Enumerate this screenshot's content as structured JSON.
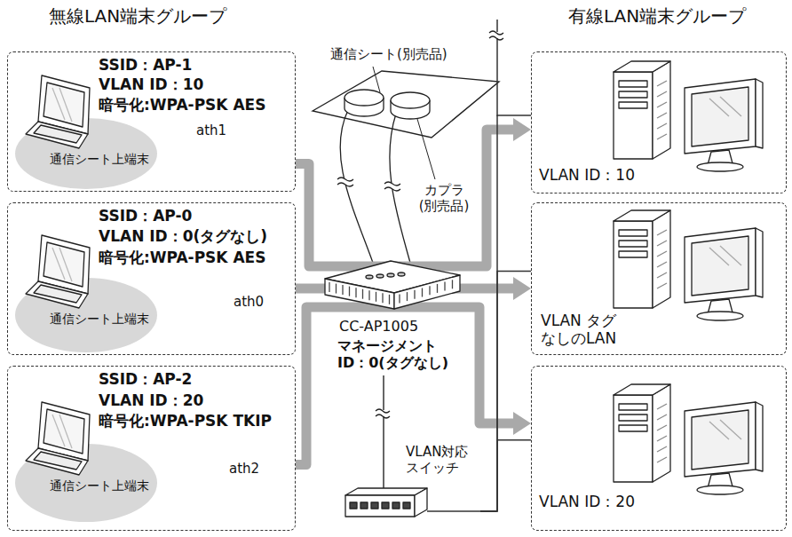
{
  "diagram": {
    "nodes": [
      {
        "text": [
          "SSID：AP-1",
          "VLAN ID：10",
          "暗号化:WPA-PSK AES",
          "ath1",
          "通信シート上端末"
        ]
      },
      {
        "text": [
          "SSID：AP-0",
          "VLAN ID：0(タグなし)",
          "暗号化:WPA-PSK AES",
          "ath0",
          "通信シート上端末"
        ]
      },
      {
        "text": [
          "SSID：AP-2",
          "VLAN ID：20",
          "暗号化:WPA-PSK TKIP",
          "ath2",
          "通信シート上端末"
        ]
      },
      {
        "text": [
          "VLAN ID：10"
        ]
      },
      {
        "text": [
          "VLAN タグ なしのLAN"
        ]
      },
      {
        "text": [
          "VLAN ID：20"
        ]
      },
      {
        "text": [
          "CC-AP1005",
          "マネージメント ID：0(タグなし)"
        ]
      },
      {
        "text": [
          "VLAN対応 スイッチ"
        ]
      }
    ],
    "edges": [
      {
        "from": 0,
        "to": 3,
        "arrow": "to"
      },
      {
        "from": 1,
        "to": 4,
        "arrow": "to"
      },
      {
        "from": 2,
        "to": 5,
        "arrow": "to"
      },
      {
        "from": 6,
        "to": 7,
        "arrow": "none"
      },
      {
        "from": 7,
        "to": 3,
        "arrow": "none"
      },
      {
        "from": 7,
        "to": 4,
        "arrow": "none"
      },
      {
        "from": 7,
        "to": 5,
        "arrow": "none"
      }
    ],
    "labels": [
      "無線LAN端末グループ",
      "有線LAN端末グループ",
      "通信シート(別売品)",
      "カプラ (別売品)"
    ]
  }
}
